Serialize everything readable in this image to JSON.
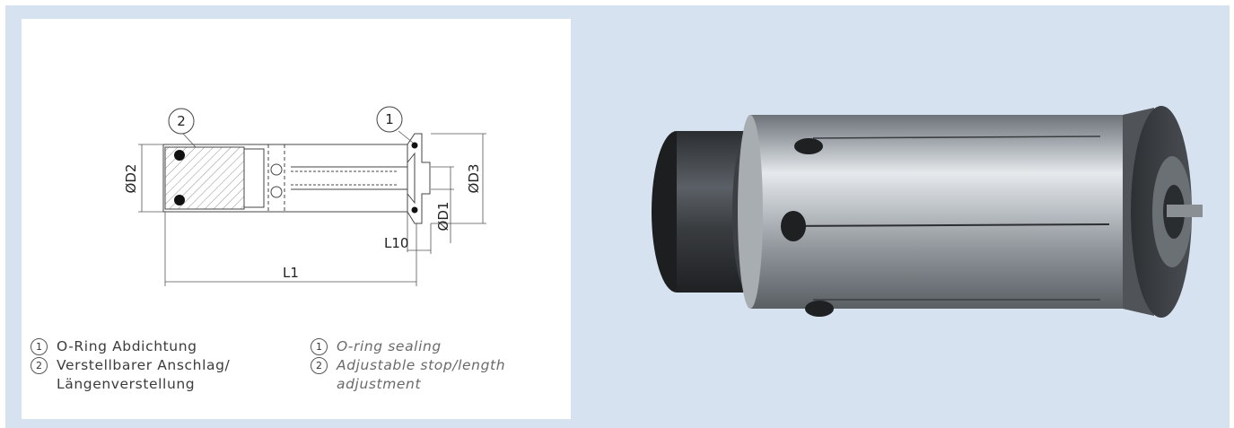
{
  "drawing": {
    "callouts": [
      "1",
      "2"
    ],
    "dimensions": {
      "d2": "ØD2",
      "d3": "ØD3",
      "d1": "ØD1",
      "l10": "L10",
      "l1": "L1"
    }
  },
  "legend_de": [
    {
      "num": "1",
      "lines": [
        "O-Ring Abdichtung"
      ]
    },
    {
      "num": "2",
      "lines": [
        "Verstellbarer Anschlag/",
        "Längenverstellung"
      ]
    }
  ],
  "legend_en": [
    {
      "num": "1",
      "lines": [
        "O-ring sealing"
      ]
    },
    {
      "num": "2",
      "lines": [
        "Adjustable stop/length",
        "adjustment"
      ]
    }
  ],
  "colors": {
    "background": "#d6e2ef",
    "card": "#ffffff",
    "steel": "#9aa0a6",
    "collar": "#3a3d40"
  }
}
